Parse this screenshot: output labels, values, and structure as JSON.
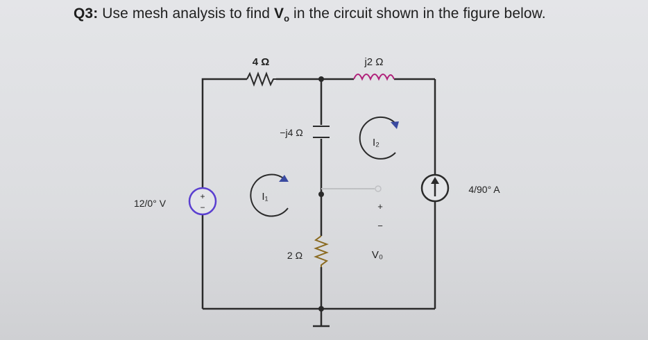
{
  "question": {
    "prefix": "Q3:",
    "text_before": " Use mesh analysis to find ",
    "var_main": "V",
    "var_sub": "o",
    "text_after": " in the circuit shown in the figure below."
  },
  "components": {
    "r_top_left": "4 Ω",
    "l_top_right": "j2 Ω",
    "cap_middle": "−j4 Ω",
    "r_bottom_middle": "2 Ω",
    "voltage_source": "12/0° V",
    "current_source": "4/90° A"
  },
  "meshes": {
    "mesh1": "I₁",
    "mesh2": "I₂"
  },
  "output": {
    "vo_label": "V₀",
    "plus": "+",
    "minus": "−"
  },
  "colors": {
    "wire": "#2a2a2a",
    "source_ring": "#5a3fd0",
    "inductor": "#b0207a",
    "resistor_bottom": "#8a6a20",
    "arrow": "#3a4aa0"
  }
}
